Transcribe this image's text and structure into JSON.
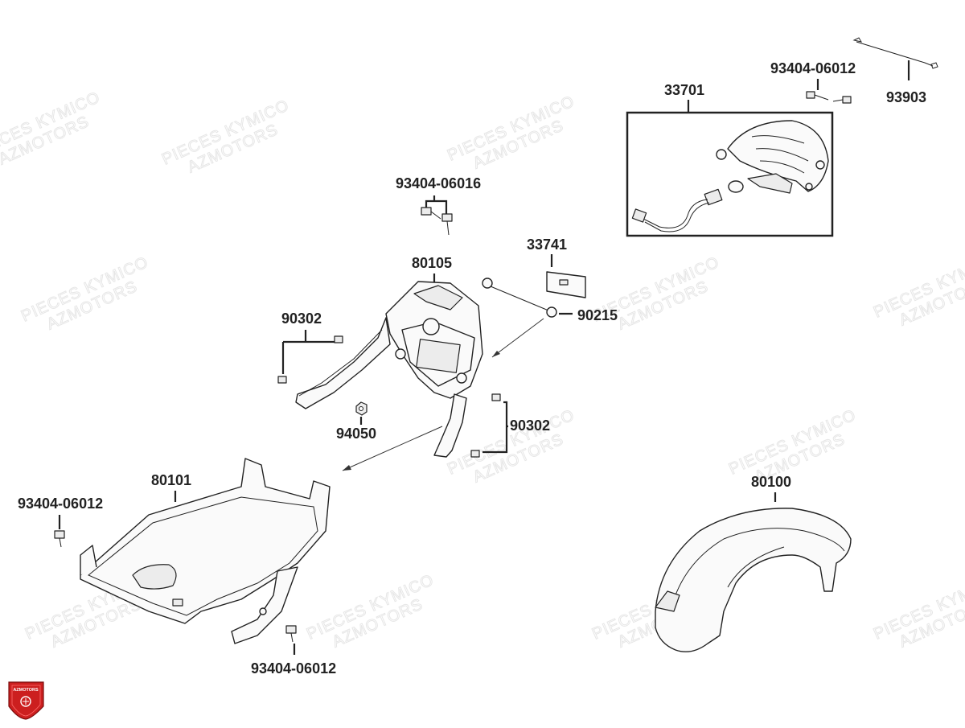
{
  "watermark": {
    "line1": "PIECES KYMICO",
    "line2": "AZMOTORS"
  },
  "logo": {
    "text": "AZMOTORS",
    "color": "#cc1f1f"
  },
  "labels": {
    "p93903": "93903",
    "p93404_top": "93404-06012",
    "p33701": "33701",
    "p93404_06016": "93404-06016",
    "p33741": "33741",
    "p80105": "80105",
    "p90215": "90215",
    "p90302_left": "90302",
    "p94050": "94050",
    "p90302_right": "90302",
    "p80101": "80101",
    "p93404_left": "93404-06012",
    "p93404_bottom": "93404-06012",
    "p80100": "80100"
  }
}
